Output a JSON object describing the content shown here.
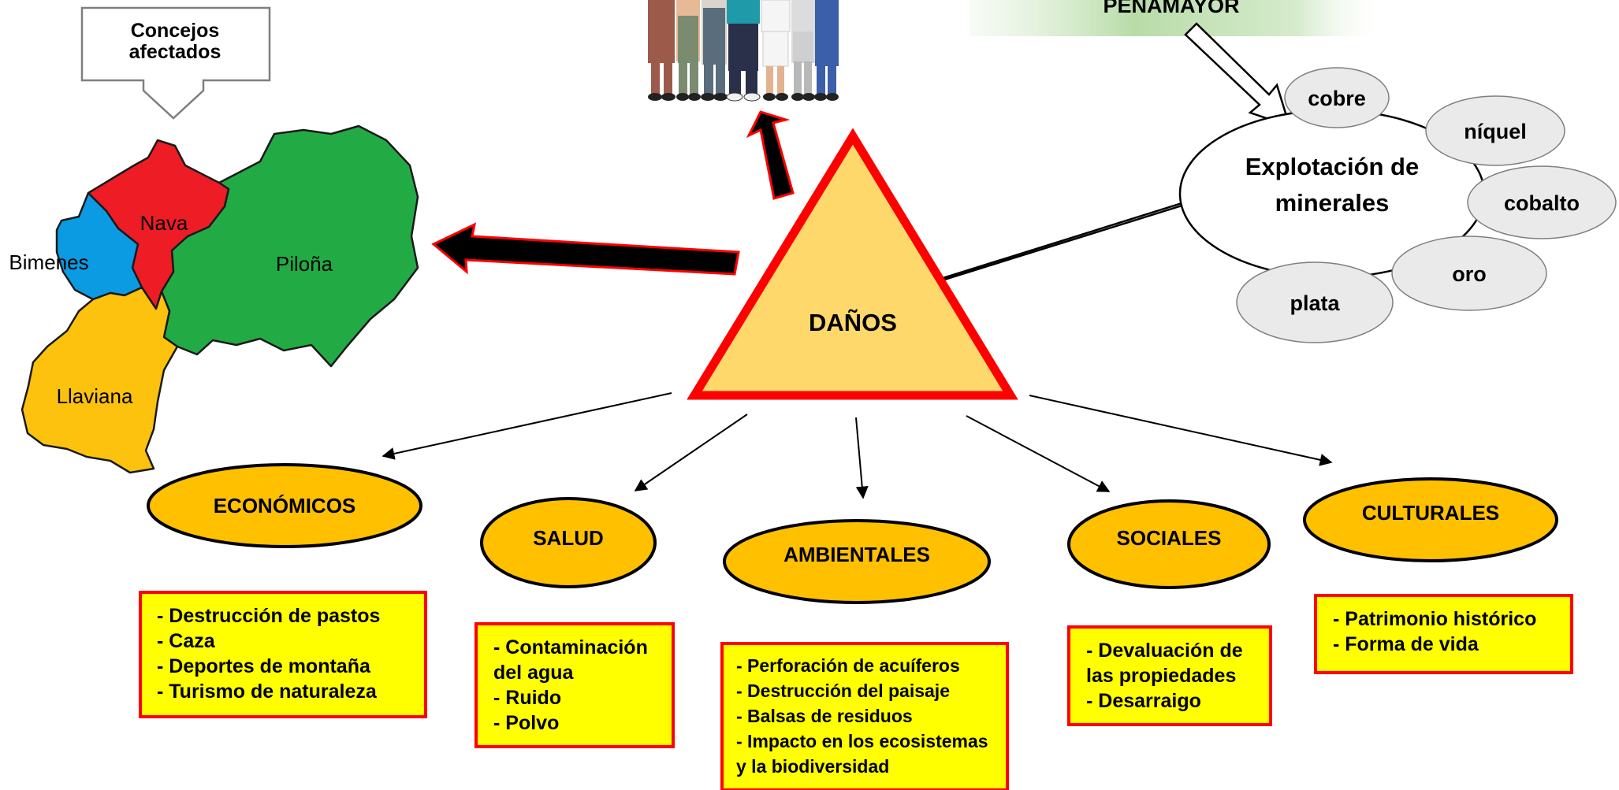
{
  "callout": {
    "label_line1": "Concejos",
    "label_line2": "afectados"
  },
  "map": {
    "regions": [
      {
        "name": "Bimenes",
        "color": "#0a9be3"
      },
      {
        "name": "Nava",
        "color": "#ee1c25"
      },
      {
        "name": "Piloña",
        "color": "#22ab45"
      },
      {
        "name": "Llaviana",
        "color": "#fdc20e"
      }
    ]
  },
  "top_banner": {
    "label": "PEÑAMAYOR"
  },
  "center": {
    "label": "DAÑOS",
    "fill": "#fed86a",
    "stroke": "#ff0000"
  },
  "minerals": {
    "title_line1": "Explotación de",
    "title_line2": "minerales",
    "items": [
      "cobre",
      "níquel",
      "cobalto",
      "oro",
      "plata"
    ]
  },
  "categories": [
    {
      "label": "ECONÓMICOS",
      "items": [
        "- Destrucción de pastos",
        "- Caza",
        "- Deportes de montaña",
        "- Turismo de naturaleza"
      ]
    },
    {
      "label": "SALUD",
      "items": [
        "- Contaminación",
        "del agua",
        "- Ruido",
        "- Polvo"
      ]
    },
    {
      "label": "AMBIENTALES",
      "items": [
        "- Perforación de acuíferos",
        "- Destrucción del paisaje",
        "- Balsas de residuos",
        "- Impacto en los ecosistemas",
        "y la biodiversidad"
      ]
    },
    {
      "label": "SOCIALES",
      "items": [
        "- Devaluación de",
        "las propiedades",
        "- Desarraigo"
      ]
    },
    {
      "label": "CULTURALES",
      "items": [
        "- Patrimonio histórico",
        "- Forma de vida"
      ]
    }
  ],
  "colors": {
    "ellipse_fill": "#ffc000",
    "box_fill": "#ffff00",
    "box_stroke": "#ff0000",
    "mineral_fill": "#eaeaea"
  }
}
